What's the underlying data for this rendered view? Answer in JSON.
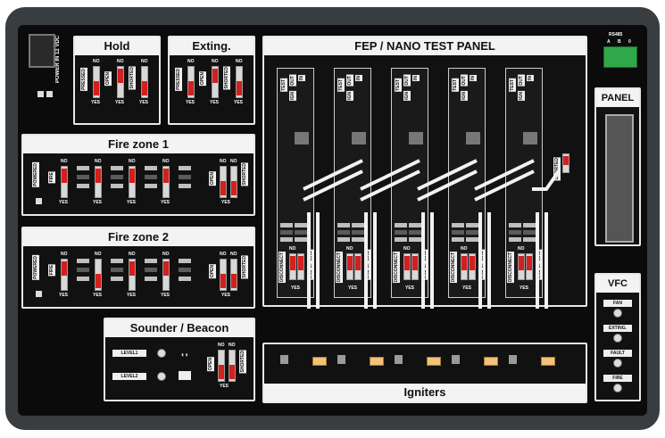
{
  "left_jack": {
    "label": "POWER IN 12 VDC"
  },
  "hold": {
    "title": "Hold",
    "switches": [
      {
        "label": "PRESSED",
        "on": true
      },
      {
        "label": "OPEN",
        "on": false
      },
      {
        "label": "SHORTED",
        "on": true
      }
    ],
    "no": "NO",
    "yes": "YES"
  },
  "exting": {
    "title": "Exting.",
    "switches": [
      {
        "label": "PRESSED",
        "on": true
      },
      {
        "label": "OPEN",
        "on": false
      },
      {
        "label": "SHORTED",
        "on": true
      }
    ],
    "no": "NO",
    "yes": "YES"
  },
  "fire_zone_1": {
    "title": "Fire zone 1",
    "powered": "POWERED",
    "fire": "FIRE",
    "open": "OPEN",
    "shorted": "SHORTED",
    "no": "NO",
    "yes": "YES"
  },
  "fire_zone_2": {
    "title": "Fire zone 2",
    "powered": "POWERED",
    "fire": "FIRE",
    "open": "OPEN",
    "shorted": "SHORTED",
    "no": "NO",
    "yes": "YES"
  },
  "sounder": {
    "title": "Sounder / Beacon",
    "level1": "LEVEL1",
    "level2": "LEVEL2",
    "open": "OPEN",
    "shorted": "SHORTED",
    "no": "NO",
    "yes": "YES"
  },
  "fep": {
    "title": "FEP / NANO TEST PANEL",
    "top_labels": [
      "TEST",
      "IGN",
      "OUT",
      "IN"
    ],
    "disconnect": "DISCONNECT",
    "end_of_line": "END OF LINE",
    "no": "NO",
    "yes": "YES",
    "shorted": "SHORTED"
  },
  "igniters": {
    "title": "Igniters"
  },
  "rs485": {
    "title": "RS485",
    "pins": [
      "A",
      "B",
      "0"
    ]
  },
  "panel_conn": {
    "title": "PANEL"
  },
  "vfc": {
    "title": "VFC",
    "items": [
      "FAN",
      "EXTING.",
      "FAULT",
      "FIRE"
    ]
  }
}
